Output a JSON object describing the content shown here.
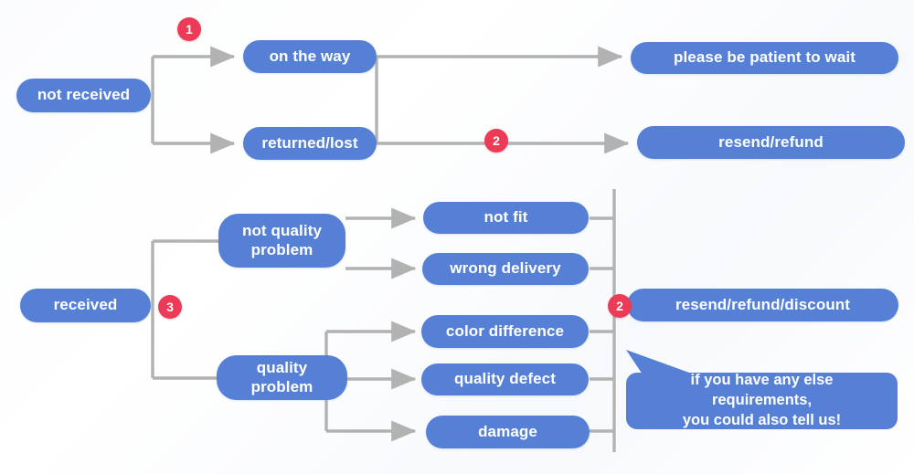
{
  "diagram": {
    "title": "order status resolution flowchart",
    "colors": {
      "node_blue": "#5680d6",
      "badge_red": "#ec3b57",
      "connector_gray": "#b2b2b2",
      "background": "#ffffff",
      "text_on_node": "#ffffff"
    },
    "branches": [
      {
        "id": "not-received",
        "root_label": "not received",
        "badges": [
          "1",
          "2"
        ],
        "stages": [
          {
            "label": "on the way",
            "outcome": "please be patient to wait"
          },
          {
            "label": "returned/lost",
            "outcome": "resend/refund"
          }
        ]
      },
      {
        "id": "received",
        "root_label": "received",
        "badges": [
          "3",
          "2"
        ],
        "groups": [
          {
            "label": "not quality\nproblem",
            "items": [
              "not fit",
              "wrong delivery"
            ]
          },
          {
            "label": "quality problem",
            "items": [
              "color difference",
              "quality defect",
              "damage"
            ]
          }
        ],
        "outcome": "resend/refund/discount"
      }
    ],
    "nodes": {
      "not_received": "not received",
      "on_the_way": "on the way",
      "returned_lost": "returned/lost",
      "please_be_patient": "please be patient to wait",
      "resend_refund": "resend/refund",
      "received": "received",
      "not_quality_problem": "not quality\nproblem",
      "quality_problem": "quality problem",
      "not_fit": "not fit",
      "wrong_delivery": "wrong delivery",
      "color_difference": "color difference",
      "quality_defect": "quality defect",
      "damage": "damage",
      "resend_refund_discount": "resend/refund/discount"
    },
    "badges": {
      "one": "1",
      "two_top": "2",
      "three": "3",
      "two_bottom": "2"
    },
    "callout": {
      "text": "if you have any else requirements,\nyou could also tell us!"
    }
  }
}
